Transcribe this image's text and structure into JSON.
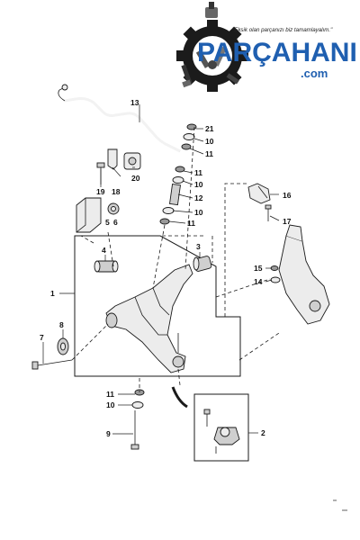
{
  "logo": {
    "tagline": "\"Eksik olan parçanızı biz tamamlayalım.\"",
    "brand_name": "PARÇAHANI",
    "domain_suffix": ".com"
  },
  "colors": {
    "brand_blue": "#1f5fb0",
    "gear_dark": "#1b1b1b",
    "line": "#1a1a1a"
  },
  "callouts": [
    "1",
    "2",
    "3",
    "4",
    "5",
    "6",
    "7",
    "8",
    "9",
    "10",
    "10",
    "10",
    "10",
    "11",
    "11",
    "11",
    "11",
    "12",
    "13",
    "14",
    "15",
    "16",
    "17",
    "18",
    "19",
    "20",
    "21"
  ]
}
